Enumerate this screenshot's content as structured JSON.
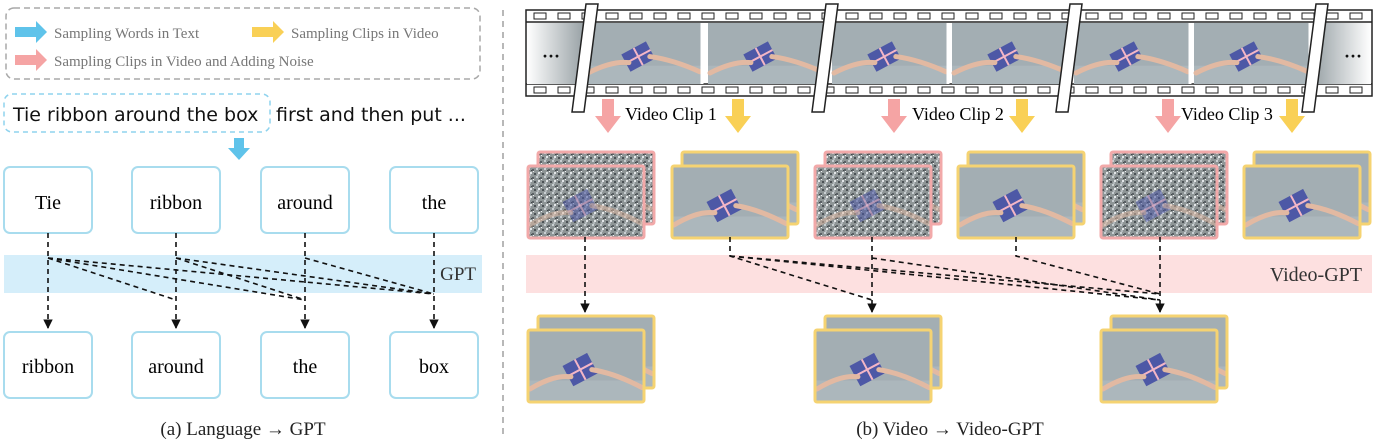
{
  "legend": {
    "items": [
      {
        "label": "Sampling Words in Text",
        "color": "#5fc3ea"
      },
      {
        "label": "Sampling Clips in Video",
        "color": "#f9d056"
      },
      {
        "label": "Sampling Clips in Video and Adding Noise",
        "color": "#f5a4a4"
      }
    ]
  },
  "language_panel": {
    "sentence_highlighted": "Tie ribbon around the box",
    "sentence_rest": "first and then put ...",
    "input_tokens": [
      "Tie",
      "ribbon",
      "around",
      "the"
    ],
    "output_tokens": [
      "ribbon",
      "around",
      "the",
      "box"
    ],
    "band_label": "GPT",
    "caption": "(a) Language → GPT"
  },
  "video_panel": {
    "ellipsis": "···",
    "clip_labels": [
      "Video Clip 1",
      "Video Clip 2",
      "Video Clip 3"
    ],
    "band_label": "Video-GPT",
    "caption": "(b) Video → Video-GPT"
  },
  "colors": {
    "token_border": "#a8dcee",
    "gpt_band": "#d5eefa",
    "video_gpt_band": "#fde0e0",
    "noise_border": "#f2a9a9",
    "clean_border": "#f5d372",
    "blue_arrow": "#5fc3ea",
    "yellow_arrow": "#f9d056",
    "pink_arrow": "#f5a4a4"
  }
}
